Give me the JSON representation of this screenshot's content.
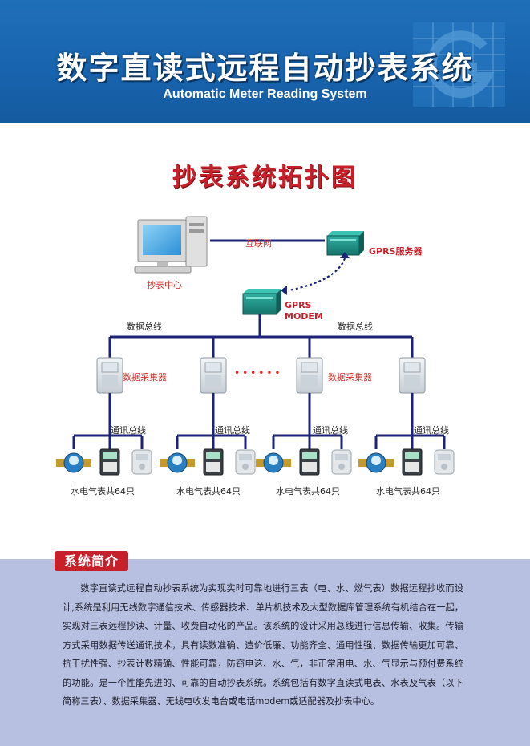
{
  "header": {
    "title_cn": "数字直读式远程自动抄表系统",
    "title_en": "Automatic Meter Reading System"
  },
  "diagram": {
    "title": "抄表系统拓扑图",
    "center_label": "抄表中心",
    "internet_label": "互联网",
    "gprs_server_label": "GPRS服务器",
    "gprs_modem_line1": "GPRS",
    "gprs_modem_line2": "MODEM",
    "data_bus_label": "数据总线",
    "collector_label": "数据采集器",
    "comm_bus_label": "通讯总线",
    "meters_label": "水电气表共64只",
    "ellipsis": "••••••"
  },
  "intro": {
    "heading": "系统简介",
    "body": "数字直读式远程自动抄表系统为实现实时可靠地进行三表（电、水、燃气表）数据远程抄收而设计,系统是利用无线数字通信技术、传感器技术、单片机技术及大型数据库管理系统有机结合在一起，实现对三表远程抄读、计量、收费自动化的产品。该系统的设计采用总线进行信息传输、收集。传输方式采用数据传送通讯技术，具有读数准确、造价低廉、功能齐全、通用性强、数据传输更加可靠、抗干扰性强、抄表计数精确、性能可靠，防窃电这、水、气，非正常用电、水、气显示与预付费系统的功能。是一个性能先进的、可靠的自动抄表系统。系统包括有数字直读式电表、水表及气表（以下简称三表）、数据采集器、无线电收发电台或电话modem或适配器及抄表中心。"
  },
  "colors": {
    "header_blue": "#1863ad",
    "bus_navy": "#1c2378",
    "accent_red": "#c8202a",
    "device_teal": "#1e8f84",
    "intro_bg": "#b7c0e0"
  }
}
